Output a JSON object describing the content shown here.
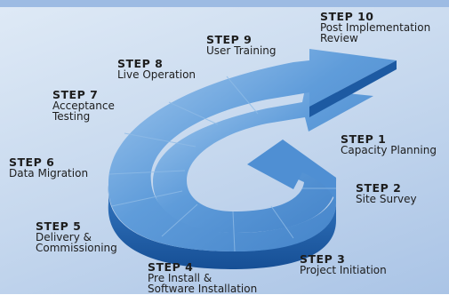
{
  "steps": [
    {
      "step": "STEP 1",
      "desc": "Capacity Planning"
    },
    {
      "step": "STEP 2",
      "desc": "Site Survey"
    },
    {
      "step": "STEP 3",
      "desc": "Project Initiation"
    },
    {
      "step": "STEP 4",
      "desc": "Pre Install &\nSoftware Installation"
    },
    {
      "step": "STEP 5",
      "desc": "Delivery &\nCommissioning"
    },
    {
      "step": "STEP 6",
      "desc": "Data Migration"
    },
    {
      "step": "STEP 7",
      "desc": "Acceptance\nTesting"
    },
    {
      "step": "STEP 8",
      "desc": "Live Operation"
    },
    {
      "step": "STEP 9",
      "desc": "User Training"
    },
    {
      "step": "STEP 10",
      "desc": "Post Implementation\nReview"
    }
  ],
  "colors": {
    "arrow_top": "#5f9cda",
    "arrow_side": "#1e5ea8",
    "arrow_tip": "#2f6fb8",
    "background": "#c6d8ee"
  }
}
